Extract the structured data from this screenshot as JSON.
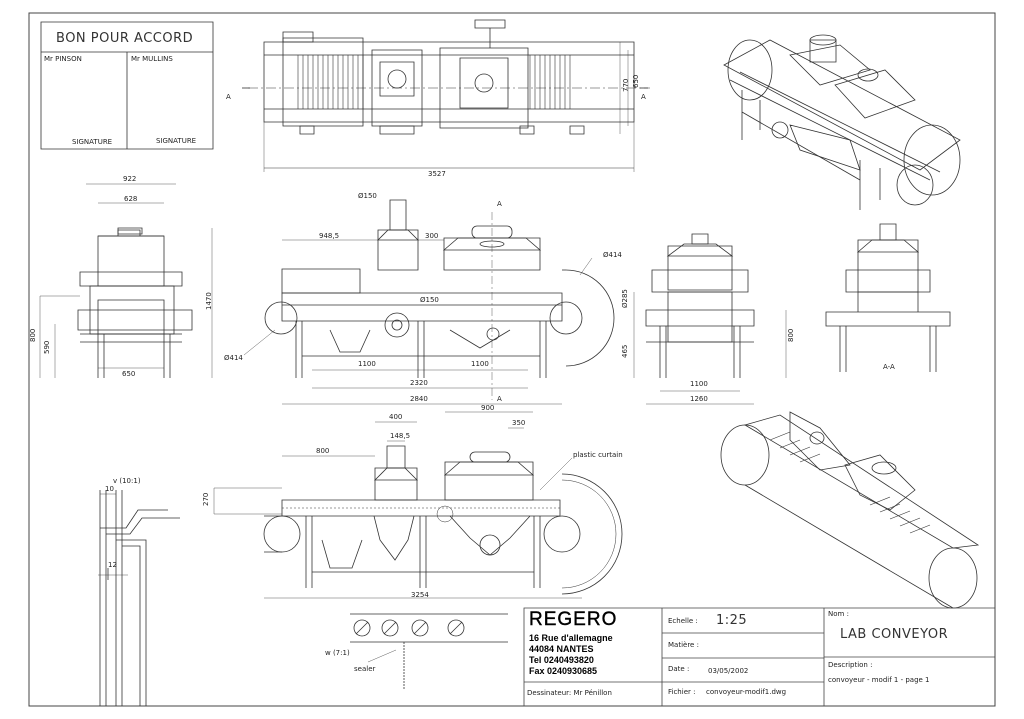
{
  "approval": {
    "title": "BON POUR ACCORD",
    "person1": "Mr PINSON",
    "person2": "Mr MULLINS",
    "signature1": "SIGNATURE",
    "signature2": "SIGNATURE"
  },
  "top_view": {
    "dim_length": "3527",
    "dim_770": "770",
    "dim_650": "650",
    "section_a_left": "A",
    "section_a_right": "A"
  },
  "side_view": {
    "dim_150": "Ø150",
    "dim_300": "300",
    "dim_948": "948,5",
    "dim_414_right": "Ø414",
    "dim_414_left": "Ø414",
    "dim_150_port": "Ø150",
    "dim_1100_a": "1100",
    "dim_1100_b": "1100",
    "dim_2320": "2320",
    "dim_2840": "2840",
    "section_a_top": "A",
    "section_a_bottom": "A"
  },
  "end_view_left": {
    "dim_922": "922",
    "dim_628": "628",
    "dim_1470": "1470",
    "dim_800": "800",
    "dim_590": "590",
    "dim_650": "650"
  },
  "end_view_right": {
    "dim_285": "Ø285",
    "dim_465": "465",
    "dim_800": "800",
    "dim_1100": "1100",
    "dim_1260": "1260"
  },
  "section_view": {
    "label": "A-A"
  },
  "bottom_view": {
    "dim_800": "800",
    "dim_400": "400",
    "dim_148": "148,5",
    "dim_900": "900",
    "dim_350": "350",
    "dim_270": "270",
    "dim_3254": "3254",
    "plastic_curtain": "plastic curtain"
  },
  "detail_v": {
    "title": "v (10:1)",
    "dim_10": "10",
    "dim_12": "12"
  },
  "detail_w": {
    "title": "w (7:1)",
    "sealer": "sealer"
  },
  "title_block": {
    "company": "REGERO",
    "address_1": "16 Rue d'allemagne",
    "address_2": "44084 NANTES",
    "tel": "Tel  0240493820",
    "fax": "Fax 0240930685",
    "echelle_label": "Echelle :",
    "echelle_value": "1:25",
    "matiere_label": "Matière :",
    "date_label": "Date :",
    "date_value": "03/05/2002",
    "dessinateur": "Dessinateur: Mr Pénillon",
    "fichier_label": "Fichier :",
    "fichier_value": "convoyeur-modif1.dwg",
    "nom_label": "Nom :",
    "nom_value": "LAB CONVEYOR",
    "description_label": "Description :",
    "description_value": "convoyeur - modif 1 - page 1"
  }
}
